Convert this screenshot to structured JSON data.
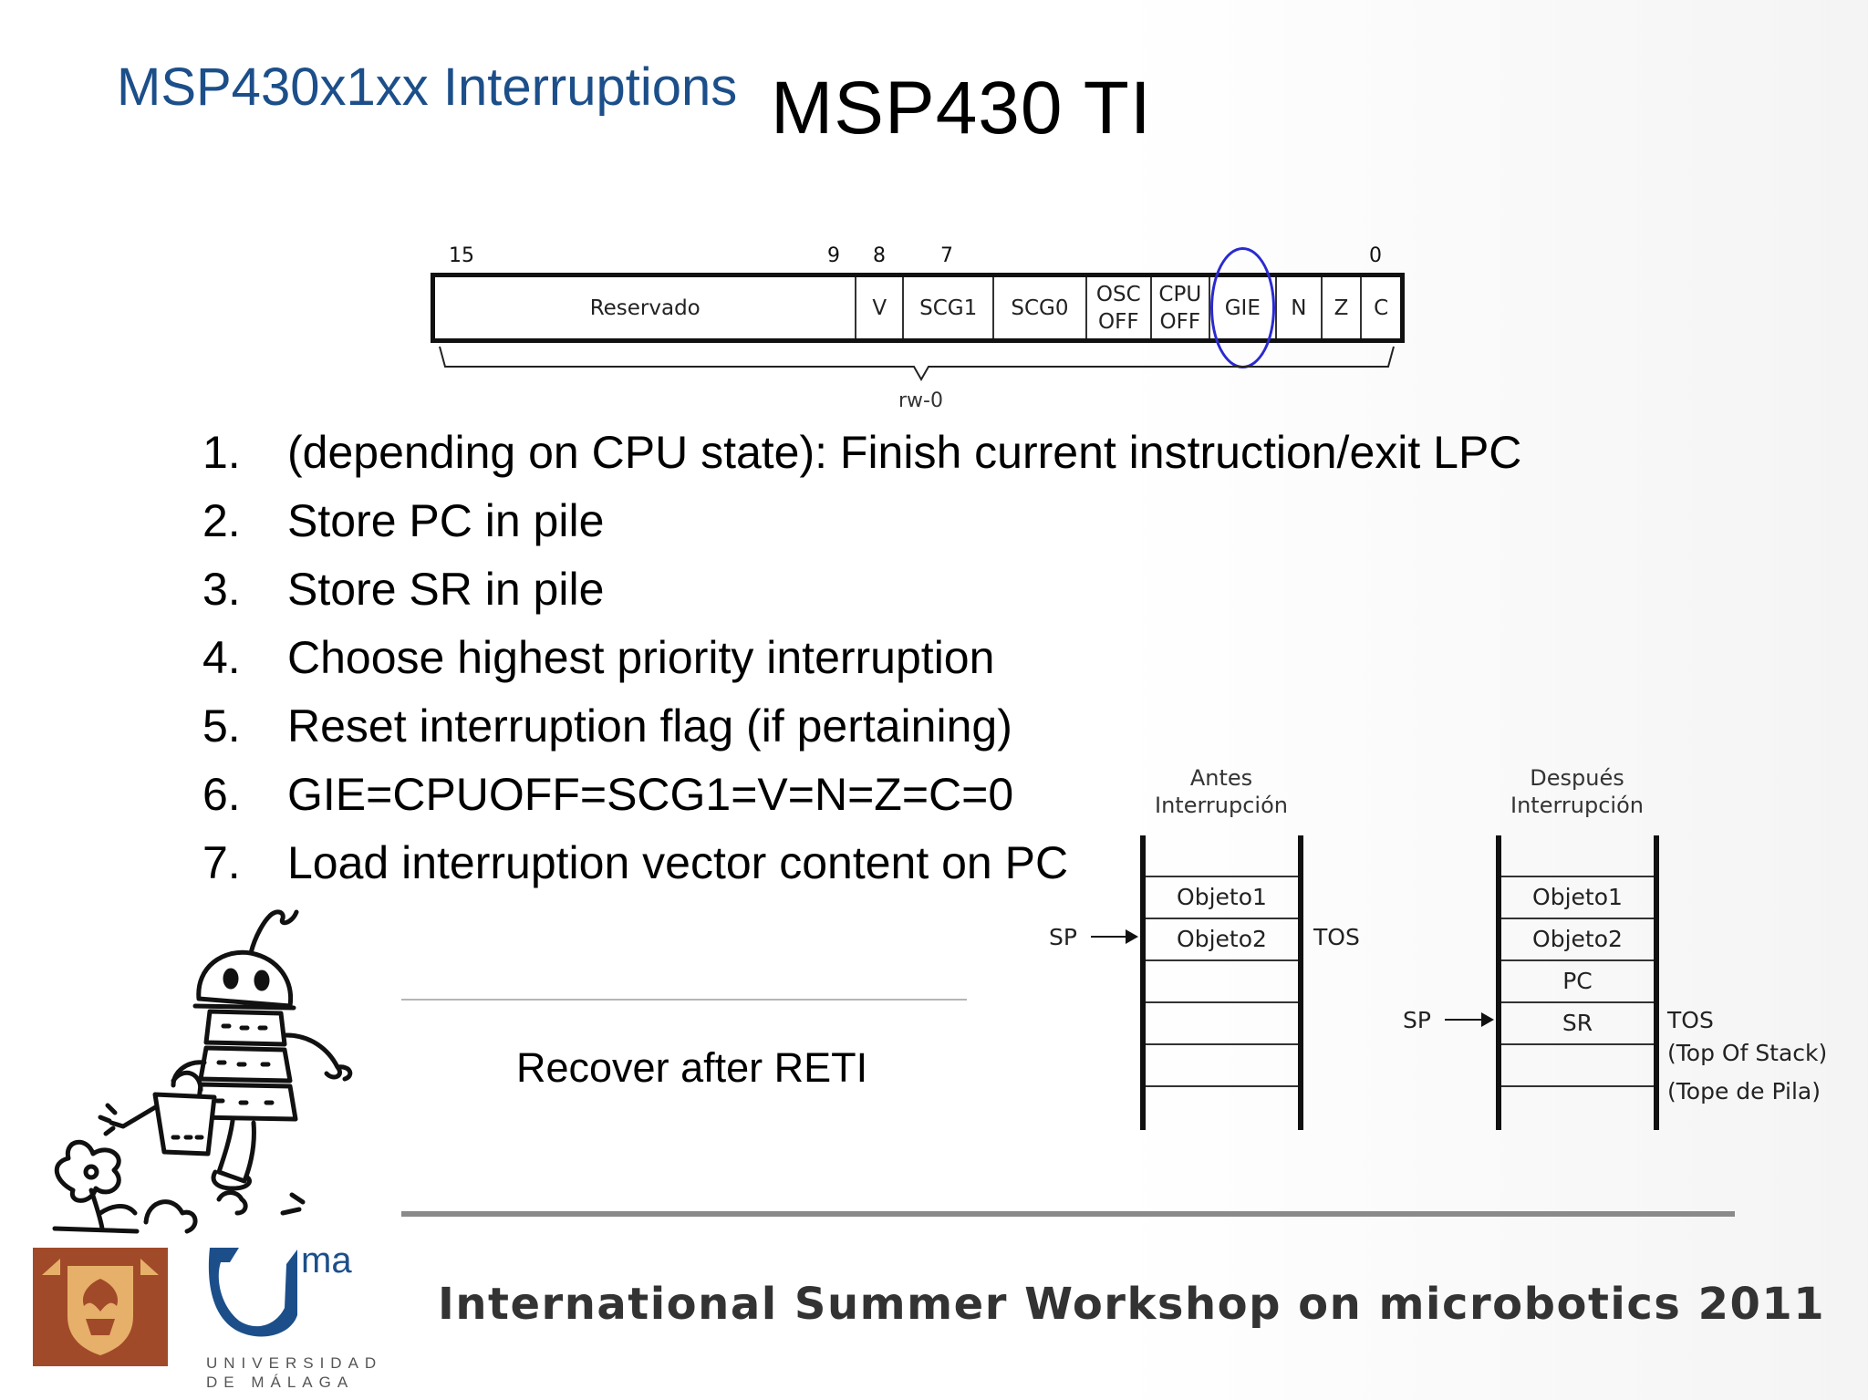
{
  "slide": {
    "title": "MSP430x1xx Interruptions",
    "ghost_title": "MSP430 TI"
  },
  "register": {
    "bit_numbers": [
      "15",
      "9",
      "8",
      "7",
      "0"
    ],
    "fields": [
      "Reservado",
      "V",
      "SCG1",
      "SCG0",
      "OSC\nOFF",
      "CPU\nOFF",
      "GIE",
      "N",
      "Z",
      "C"
    ],
    "access": "rw-0",
    "highlighted_field": "GIE",
    "highlight_color": "#2a2ad0"
  },
  "steps": [
    {
      "num": "1.",
      "text": "(depending on CPU state): Finish current instruction/exit LPC"
    },
    {
      "num": "2.",
      "text": "Store PC in pile"
    },
    {
      "num": "3.",
      "text": "Store SR in pile"
    },
    {
      "num": "4.",
      "text": "Choose highest priority interruption"
    },
    {
      "num": "5.",
      "text": "Reset interruption flag (if pertaining)"
    },
    {
      "num": "6.",
      "text": "GIE=CPUOFF=SCG1=V=N=Z=C=0"
    },
    {
      "num": "7.",
      "text": "Load interruption vector content on PC"
    }
  ],
  "recover_text": "Recover after RETI",
  "stack_before": {
    "title_line1": "Antes",
    "title_line2": "Interrupción",
    "slots": [
      "Objeto1",
      "Objeto2",
      "",
      "",
      "",
      ""
    ],
    "sp_label": "SP",
    "tos_label": "TOS"
  },
  "stack_after": {
    "title_line1": "Después",
    "title_line2": "Interrupción",
    "slots": [
      "Objeto1",
      "Objeto2",
      "PC",
      "SR",
      "",
      ""
    ],
    "sp_label": "SP",
    "tos_label": "TOS",
    "tos_note1": "(Top Of Stack)",
    "tos_note2": "(Tope de Pila)"
  },
  "footer": {
    "workshop": "International Summer Workshop on microbotics 2011",
    "uma_logo_ma": "ma",
    "uma_line1": "UNIVERSIDAD",
    "uma_line2": "DE MÁLAGA"
  },
  "colors": {
    "title_blue": "#1c4f8a",
    "crest_brown": "#a14a2a",
    "crest_gold": "#e7b06a"
  }
}
